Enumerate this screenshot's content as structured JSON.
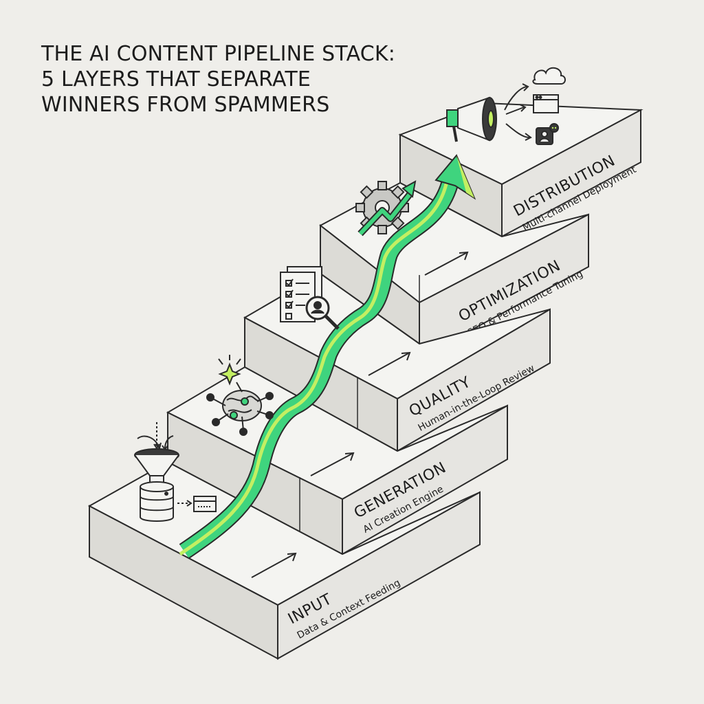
{
  "title": {
    "line1": "THE AI CONTENT PIPELINE STACK:",
    "line2": "5 LAYERS THAT SEPARATE",
    "line3": "WINNERS FROM SPAMMERS"
  },
  "colors": {
    "background": "#efeeea",
    "block_top": "#f4f4f1",
    "block_front": "#e4e3df",
    "outline": "#2a2a2a",
    "accent_green": "#3fd47e",
    "accent_lime": "#c3ef62"
  },
  "layers": [
    {
      "name": "INPUT",
      "subtitle": "Data & Context Feeding",
      "icon": "funnel-database-icon"
    },
    {
      "name": "GENERATION",
      "subtitle": "AI Creation Engine",
      "icon": "neural-brain-icon"
    },
    {
      "name": "QUALITY",
      "subtitle": "Human-in-the-Loop Review",
      "icon": "checklist-review-icon"
    },
    {
      "name": "OPTIMIZATION",
      "subtitle": "SEO & Performance Tuning",
      "icon": "gear-growth-icon"
    },
    {
      "name": "DISTRIBUTION",
      "subtitle": "Multi-channel Deployment",
      "icon": "megaphone-channels-icon"
    }
  ]
}
